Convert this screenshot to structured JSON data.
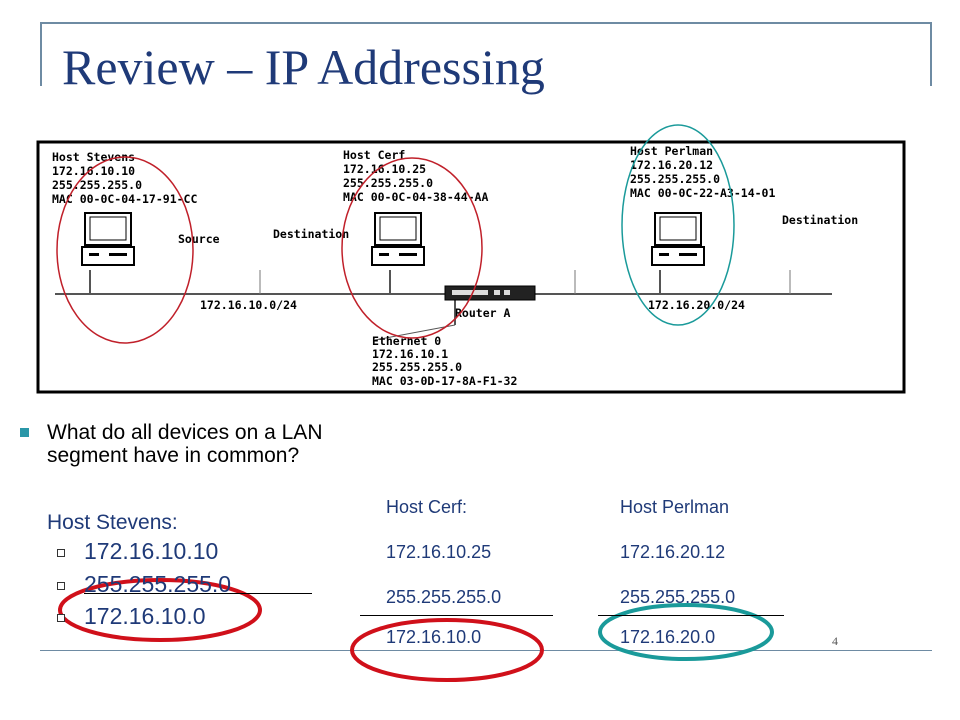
{
  "title": "Review – IP Addressing",
  "page_number": "4",
  "diagram": {
    "stevens": {
      "name": "Host Stevens",
      "ip": "172.16.10.10",
      "mask": "255.255.255.0",
      "mac": "MAC 00-0C-04-17-91-CC"
    },
    "cerf": {
      "name": "Host Cerf",
      "ip": "172.16.10.25",
      "mask": "255.255.255.0",
      "mac": "MAC 00-0C-04-38-44-AA"
    },
    "perlman": {
      "name": "Host Perlman",
      "ip": "172.16.20.12",
      "mask": "255.255.255.0",
      "mac": "MAC 00-0C-22-A3-14-01"
    },
    "router": {
      "name": "Router A",
      "iface": "Ethernet 0",
      "ip": "172.16.10.1",
      "mask": "255.255.255.0",
      "mac": "MAC 03-0D-17-8A-F1-32"
    },
    "label_source": "Source",
    "label_destination_1": "Destination",
    "label_destination_2": "Destination",
    "net_left": "172.16.10.0/24",
    "net_right": "172.16.20.0/24"
  },
  "question_line1": "What do all devices on a  LAN",
  "question_line2": "segment have in common?",
  "stevens_block": {
    "heading": "Host Stevens:",
    "ip": "172.16.10.10",
    "mask": "255.255.255.0",
    "network": "172.16.10.0"
  },
  "cerf_block": {
    "heading": "Host Cerf:",
    "ip": "172.16.10.25",
    "mask": "255.255.255.0",
    "network": "172.16.10.0"
  },
  "perlman_block": {
    "heading": "Host Perlman",
    "ip": "172.16.20.12",
    "mask": "255.255.255.0",
    "network": "172.16.20.0"
  },
  "colors": {
    "title": "#1f3a78",
    "frame": "#6e8ba3",
    "circle_red": "#c0202a",
    "circle_teal": "#1a9a9a",
    "bullet": "#2a97a8"
  }
}
